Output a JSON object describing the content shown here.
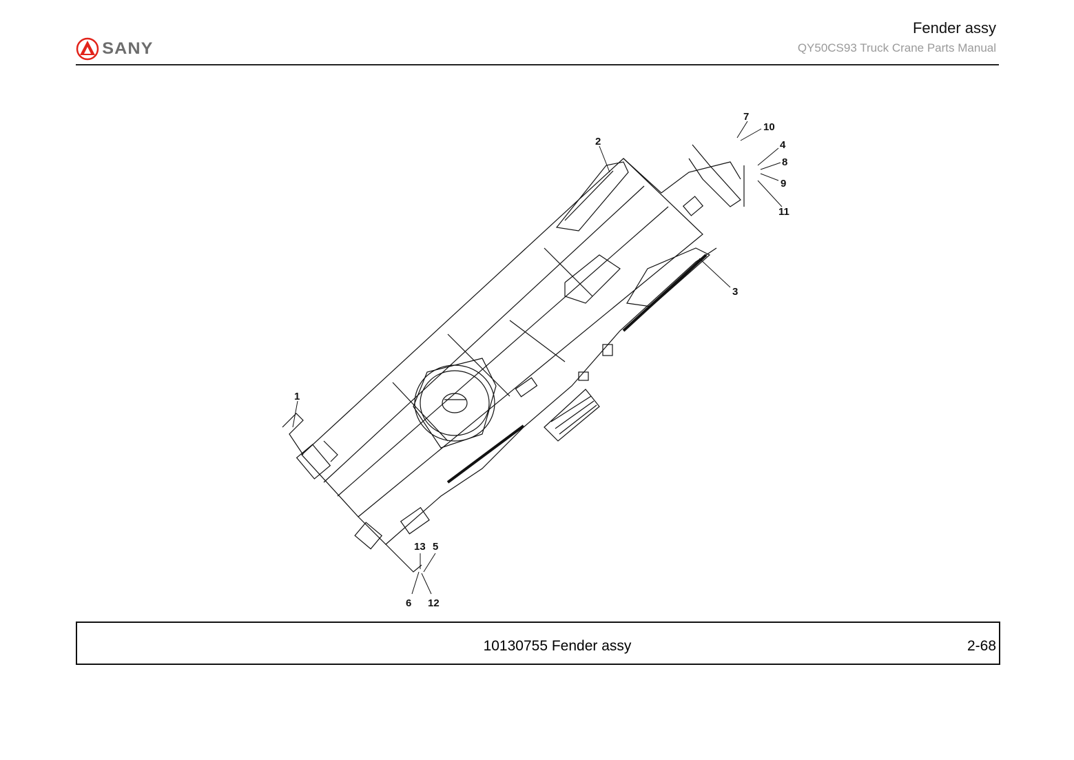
{
  "header": {
    "logo_text": "SANY",
    "title": "Fender assy",
    "subtitle": "QY50CS93 Truck Crane  Parts Manual"
  },
  "colors": {
    "logo_red": "#e2231a",
    "logo_gray": "#6d6d6d",
    "line": "#111111"
  },
  "drawing": {
    "callouts": [
      "1",
      "2",
      "3",
      "4",
      "5",
      "6",
      "7",
      "8",
      "9",
      "10",
      "11",
      "12",
      "13"
    ]
  },
  "footer": {
    "caption": "10130755 Fender assy",
    "page_number": "2-68"
  }
}
